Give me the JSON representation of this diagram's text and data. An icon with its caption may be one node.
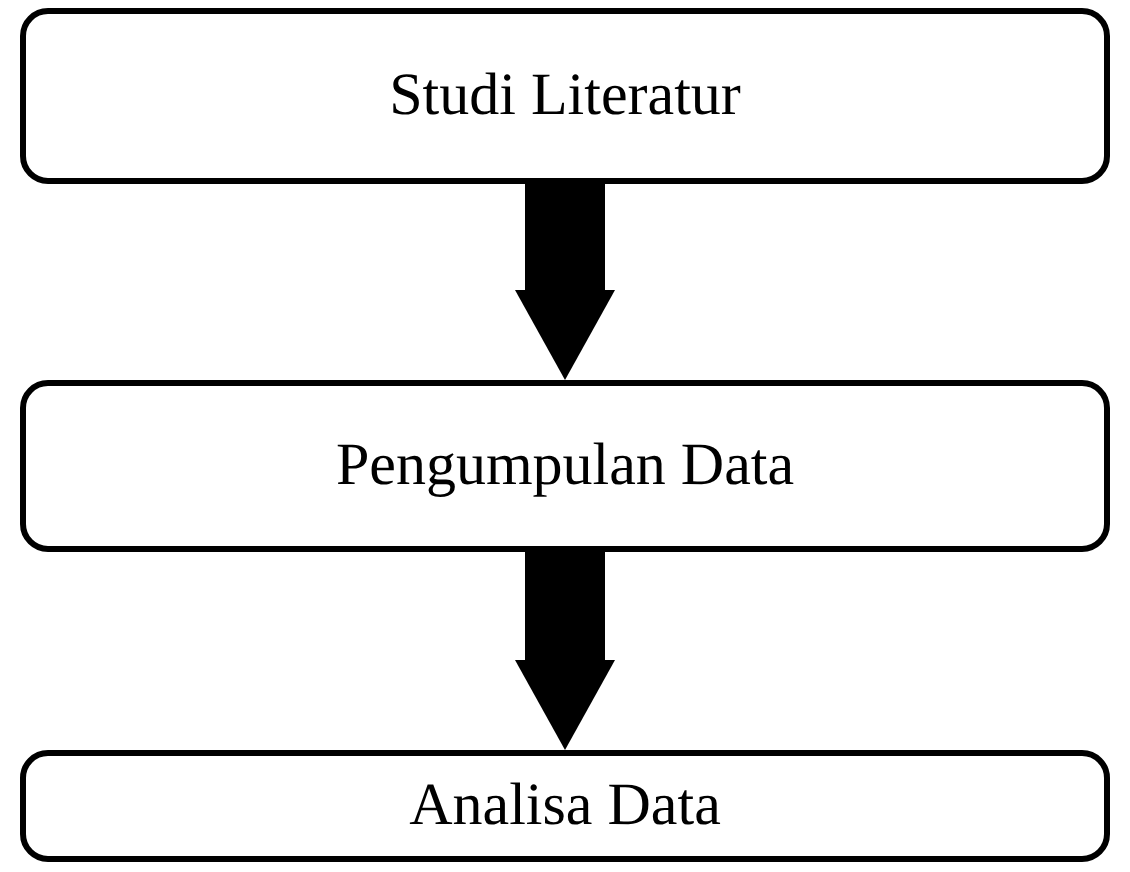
{
  "diagram": {
    "nodes": [
      {
        "text": [
          "Studi Literatur"
        ]
      },
      {
        "text": [
          "Pengumpulan Data"
        ]
      },
      {
        "text": [
          "Analisa Data"
        ]
      }
    ],
    "edges": [
      {
        "from": 0,
        "to": 1,
        "arrow": "to"
      },
      {
        "from": 1,
        "to": 2,
        "arrow": "to"
      }
    ]
  }
}
